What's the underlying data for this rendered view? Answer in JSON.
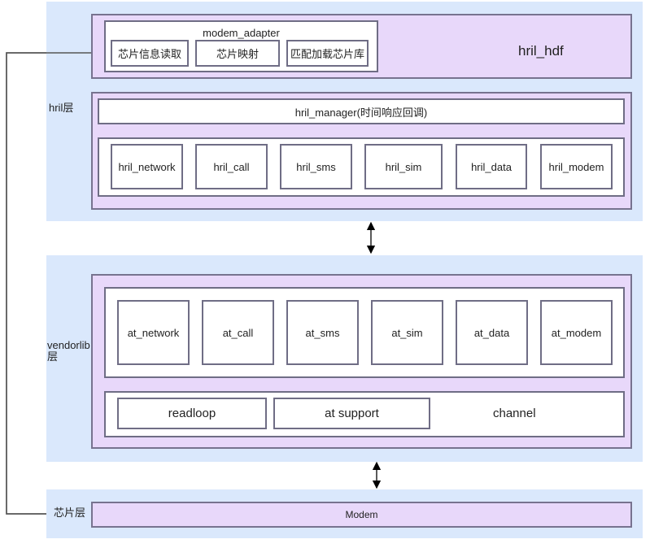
{
  "layers": {
    "hril": "hril层",
    "vendorlib": "vendorlib\n层",
    "chip": "芯片层"
  },
  "hril_hdf": {
    "title": "hril_hdf",
    "modem_adapter": {
      "title": "modem_adapter",
      "items": [
        "芯片信息读取",
        "芯片映射",
        "匹配加载芯片库"
      ]
    }
  },
  "hril_manager": "hril_manager(时间响应回调)",
  "hril_modules": [
    "hril_network",
    "hril_call",
    "hril_sms",
    "hril_sim",
    "hril_data",
    "hril_modem"
  ],
  "at_modules": [
    "at_network",
    "at_call",
    "at_sms",
    "at_sim",
    "at_data",
    "at_modem"
  ],
  "channel": {
    "title": "channel",
    "items": [
      "readloop",
      "at support"
    ]
  },
  "modem": "Modem"
}
